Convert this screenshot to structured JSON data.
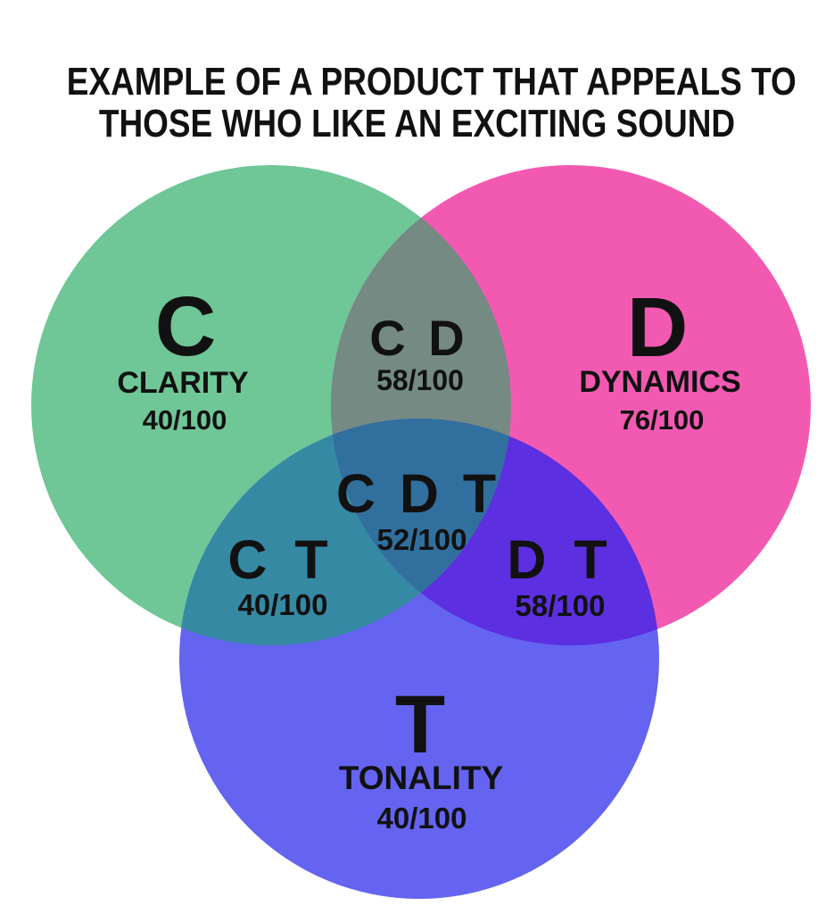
{
  "title": {
    "line1": "EXAMPLE OF A PRODUCT THAT APPEALS TO",
    "line2": "THOSE WHO LIKE AN EXCITING SOUND"
  },
  "chart_data": {
    "type": "venn",
    "title": "EXAMPLE OF A PRODUCT THAT APPEALS TO THOSE WHO LIKE AN EXCITING SOUND",
    "background_color": "#ffffff",
    "text_color": "#111111",
    "sets": [
      {
        "id": "C",
        "label": "CLARITY",
        "score": "40/100",
        "color": "#6fc697"
      },
      {
        "id": "D",
        "label": "DYNAMICS",
        "score": "76/100",
        "color": "#f25ab1"
      },
      {
        "id": "T",
        "label": "TONALITY",
        "score": "40/100",
        "color": "#6464f0"
      }
    ],
    "overlaps": [
      {
        "id": "C D",
        "score": "58/100",
        "color": "#748a83"
      },
      {
        "id": "C T",
        "score": "40/100",
        "color": "#3589a3"
      },
      {
        "id": "D T",
        "score": "58/100",
        "color": "#5c2fe0"
      },
      {
        "id": "C D T",
        "score": "52/100",
        "color": "#31709e"
      }
    ]
  }
}
